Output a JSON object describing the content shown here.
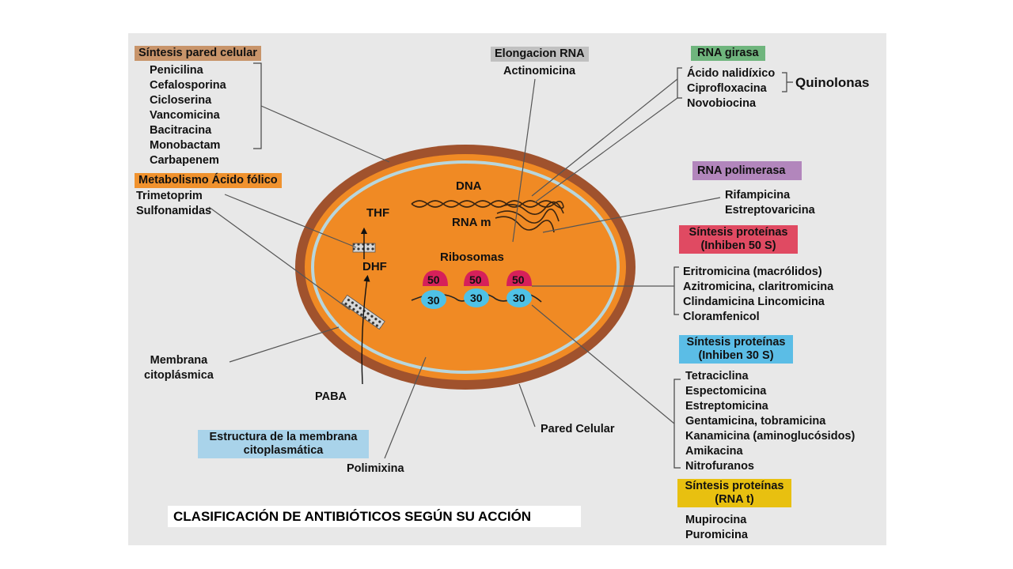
{
  "title": "CLASIFICACIÓN DE ANTIBIÓTICOS SEGÚN SU ACCIÓN",
  "colors": {
    "panel": "#e8e8e8",
    "cell_wall": "#a0522d",
    "cytoplasm": "#f08a24",
    "membrane": "#b8d6dc",
    "ribosome_50s": "#d6205a",
    "ribosome_30s": "#4fc1e6",
    "box_wall": "#c8946a",
    "box_folic": "#f0922e",
    "box_gray": "#c0c0c0",
    "box_green": "#6fb57d",
    "box_purple": "#b286bc",
    "box_red": "#e04a62",
    "box_blue": "#5bbde6",
    "box_lightblue": "#a9d3ea",
    "box_yellow": "#e8c010"
  },
  "groups": {
    "pared": {
      "header": "Síntesis pared celular",
      "items": [
        "Penicilina",
        "Cefalosporina",
        "Cicloserina",
        "Vancomicina",
        "Bacitracina",
        "Monobactam",
        "Carbapenem"
      ]
    },
    "folico": {
      "header": "Metabolismo Ácido fólico",
      "items": [
        "Trimetoprim",
        "Sulfonamidas"
      ]
    },
    "elongacion": {
      "header": "Elongacion RNA",
      "items": [
        "Actinomicina"
      ]
    },
    "girasa": {
      "header": "RNA girasa",
      "items": [
        "Ácido nalidíxico",
        "Ciprofloxacina",
        "Novobiocina"
      ],
      "bracket_label": "Quinolonas"
    },
    "polimerasa": {
      "header": "RNA polimerasa",
      "items": [
        "Rifampicina",
        "Estreptovaricina"
      ]
    },
    "s50": {
      "header_line1": "Síntesis proteínas",
      "header_line2": "(Inhiben 50 S)",
      "items": [
        "Eritromicina (macrólidos)",
        "Azitromicina, claritromicina",
        "Clindamicina Lincomicina",
        "Cloramfenicol"
      ]
    },
    "s30": {
      "header_line1": "Síntesis proteínas",
      "header_line2": "(Inhiben 30 S)",
      "items": [
        "Tetraciclina",
        "Espectomicina",
        "Estreptomicina",
        "Gentamicina, tobramicina",
        "Kanamicina (aminoglucósidos)",
        "Amikacina",
        "Nitrofuranos"
      ]
    },
    "trna": {
      "header_line1": "Síntesis proteínas",
      "header_line2": "(RNA t)",
      "items": [
        "Mupirocina",
        "Puromicina"
      ]
    },
    "membrana_estr": {
      "header_line1": "Estructura de la membrana",
      "header_line2": "citoplasmática",
      "items": [
        "Polimixina"
      ]
    }
  },
  "cell_labels": {
    "dna": "DNA",
    "rna_m": "RNA m",
    "ribosomas": "Ribosomas",
    "thf": "THF",
    "dhf": "DHF",
    "paba": "PABA",
    "membrana_line1": "Membrana",
    "membrana_line2": "citoplásmica",
    "pared_celular": "Pared Celular",
    "r50": "50",
    "r30": "30"
  }
}
